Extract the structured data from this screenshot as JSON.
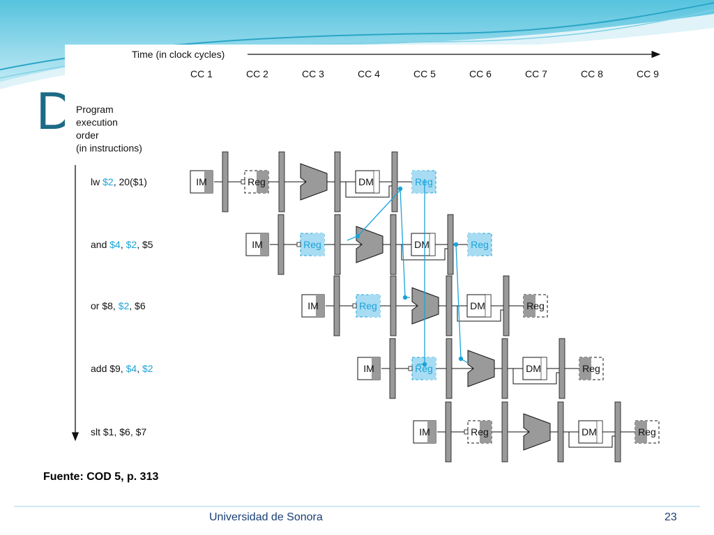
{
  "slide": {
    "title_fragment": "D",
    "caption": "Fuente: COD 5, p. 313",
    "footer_institution": "Universidad de Sonora",
    "page_number": "23"
  },
  "diagram": {
    "time_label": "Time (in clock cycles)",
    "clock_cycles": [
      "CC 1",
      "CC 2",
      "CC 3",
      "CC 4",
      "CC 5",
      "CC 6",
      "CC 7",
      "CC 8",
      "CC 9"
    ],
    "order_label": [
      "Program",
      "execution",
      "order",
      "(in instructions)"
    ],
    "stages": {
      "im": "IM",
      "reg": "Reg",
      "dm": "DM"
    },
    "instructions": [
      {
        "parts": [
          {
            "t": "lw ",
            "c": "black"
          },
          {
            "t": "$2",
            "c": "blue"
          },
          {
            "t": ", 20($1)",
            "c": "black"
          }
        ]
      },
      {
        "parts": [
          {
            "t": "and ",
            "c": "black"
          },
          {
            "t": "$4",
            "c": "blue"
          },
          {
            "t": ", ",
            "c": "black"
          },
          {
            "t": "$2",
            "c": "blue"
          },
          {
            "t": ", $5",
            "c": "black"
          }
        ]
      },
      {
        "parts": [
          {
            "t": "or $8, ",
            "c": "black"
          },
          {
            "t": "$2",
            "c": "blue"
          },
          {
            "t": ", $6",
            "c": "black"
          }
        ]
      },
      {
        "parts": [
          {
            "t": "add $9, ",
            "c": "black"
          },
          {
            "t": "$4",
            "c": "blue"
          },
          {
            "t": ", ",
            "c": "black"
          },
          {
            "t": "$2",
            "c": "blue"
          }
        ]
      },
      {
        "parts": [
          {
            "t": "slt $1, $6, $7",
            "c": "black"
          }
        ]
      }
    ],
    "colors": {
      "black": "#111111",
      "blue": "#1aa3d9",
      "gray": "#9a9a9a",
      "highlight": "#a8dcf2"
    }
  }
}
